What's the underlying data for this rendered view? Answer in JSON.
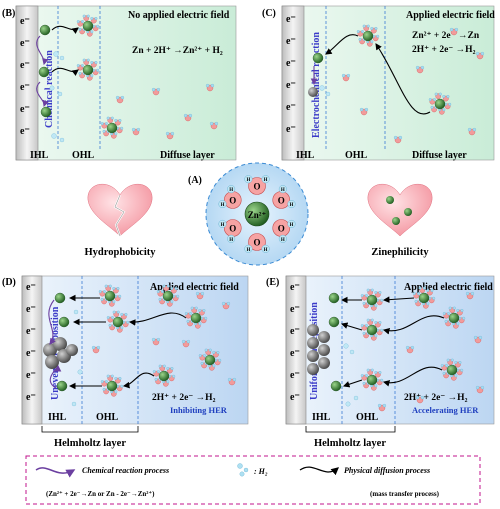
{
  "panels": {
    "A": {
      "label": "(A)",
      "ion": "Zn²⁺",
      "water_o": "O",
      "water_h": "H"
    },
    "B": {
      "label": "(B)",
      "side": "Chemical reaction",
      "title": "No applied electric field",
      "eq1": "Zn + 2H⁺ →Zn²⁺ + H₂",
      "zones": [
        "IHL",
        "OHL",
        "Diffuse layer"
      ]
    },
    "C": {
      "label": "(C)",
      "side": "Electrochemical reaction",
      "title": "Applied electric field",
      "eq1": "Zn²⁺ + 2e⁻ →Zn",
      "eq2": "2H⁺ + 2e⁻ →H₂",
      "zones": [
        "IHL",
        "OHL",
        "Diffuse layer"
      ]
    },
    "D": {
      "label": "(D)",
      "side": "Uneven Zn deposition",
      "title": "Applied electric field",
      "eq1": "2H⁺ + 2e⁻ →H₂",
      "her": "Inhibiting HER",
      "zones": [
        "IHL",
        "OHL"
      ],
      "bottom": "Helmholtz layer"
    },
    "E": {
      "label": "(E)",
      "side": "Uniform Zn deposition",
      "title": "Applied electric field",
      "eq1": "2H⁺ + 2e⁻ →H₂",
      "her": "Accelerating HER",
      "zones": [
        "IHL",
        "OHL"
      ],
      "bottom": "Helmholtz layer"
    }
  },
  "electron": "e⁻",
  "hearts": {
    "left": "Hydrophobicity",
    "right": "Zinephilicity"
  },
  "legend": {
    "chem": "Chemical reaction process",
    "chem_sub": "(Zn²⁺ + 2e⁻→Zn or Zn - 2e⁻→Zn²⁺)",
    "h2": ": H₂",
    "phys": "Physical diffusion process",
    "phys_sub": "(mass transfer process)"
  },
  "colors": {
    "bg_green": "#d8f2e3",
    "bg_blue": "#cfe2f6",
    "zn": "#2f7a2f",
    "water": "#f08a8a",
    "hydrogen": "#8fd2ee",
    "reaction": "#6b3fa0",
    "her_text": "#1f3fbf"
  }
}
